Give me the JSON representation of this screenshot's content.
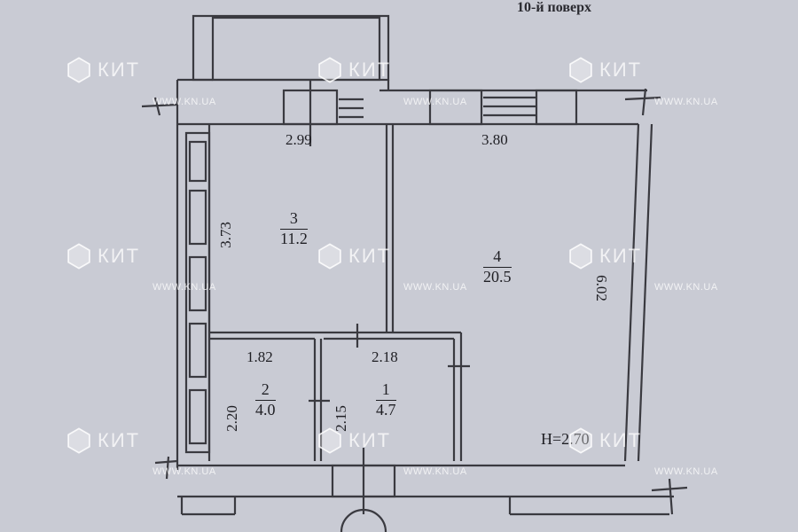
{
  "header": {
    "floor": "10-й поверх"
  },
  "rooms": [
    {
      "id": "room-1",
      "number": "1",
      "area": "4.7"
    },
    {
      "id": "room-2",
      "number": "2",
      "area": "4.0"
    },
    {
      "id": "room-3",
      "number": "3",
      "area": "11.2"
    },
    {
      "id": "room-4",
      "number": "4",
      "area": "20.5"
    }
  ],
  "dimensions": {
    "room3_width": "2.99",
    "room3_length": "3.73",
    "room4_width": "3.80",
    "room4_length": "6.02",
    "room2_width": "1.82",
    "room2_length": "2.20",
    "room1_width": "2.18",
    "room1_length": "2.15"
  },
  "ceiling_height": "H=2.70",
  "watermark": {
    "brand": "КИТ",
    "url": "WWW.KN.UA"
  },
  "colors": {
    "background": "#c9cbd4",
    "lines": "#3a3a40",
    "watermark": "#ffffff"
  }
}
